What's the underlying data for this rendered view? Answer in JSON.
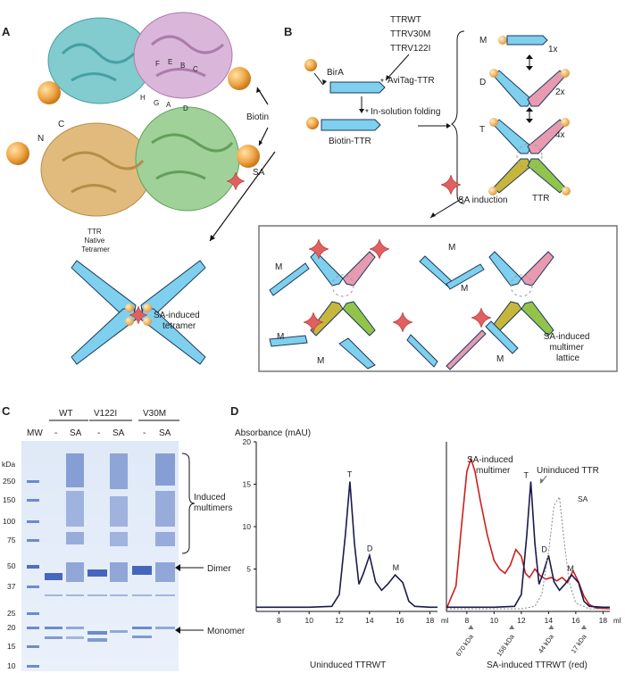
{
  "panels": {
    "a": "A",
    "b": "B",
    "c": "C",
    "d": "D"
  },
  "panel_a": {
    "structure_letters": [
      "F",
      "E",
      "B",
      "C",
      "H",
      "G",
      "A",
      "D"
    ],
    "terminus_n": "N",
    "terminus_c": "C",
    "biotin_label": "Biotin",
    "native_tetramer": "TTR\nNative\nTetramer",
    "sa_label": "SA",
    "sa_tetramer": "SA-induced\ntetramer"
  },
  "panel_b": {
    "variants": [
      "TTRWT",
      "TTRV30M",
      "TTRV122I"
    ],
    "birA": "BirA",
    "avitag": "AviTag-TTR",
    "folding": "In-solution folding",
    "biotin_ttr": "Biotin-TTR",
    "state_m": "M",
    "state_d": "D",
    "state_t": "T",
    "count_1x": "1x",
    "count_2x": "2x",
    "count_4x": "4x",
    "ttr_label": "TTR",
    "sa_induction": "SA induction",
    "m_label": "M",
    "lattice_label": "SA-induced\nmultimer\nlattice"
  },
  "panel_c": {
    "groups": [
      "WT",
      "V122I",
      "V30M"
    ],
    "mw_label": "MW",
    "kda_label": "kDa",
    "lanes": [
      "-",
      "SA",
      "-",
      "SA",
      "-",
      "SA"
    ],
    "ladder": [
      "250",
      "150",
      "100",
      "75",
      "50",
      "37",
      "25",
      "20",
      "15",
      "10"
    ],
    "induced_multimers": "Induced\nmultimers",
    "dimer": "Dimer",
    "monomer": "Monomer"
  },
  "chart_data": [
    {
      "type": "line",
      "ylabel": "Absorbance (mAU)",
      "xlabel": "Uninduced TTRWT",
      "x_unit": "ml",
      "xlim": [
        6.5,
        18.5
      ],
      "ylim": [
        0,
        20
      ],
      "xticks": [
        8,
        10,
        12,
        14,
        16,
        18
      ],
      "yticks": [
        5,
        10,
        15,
        20
      ],
      "peaks": [
        {
          "label": "T",
          "x": 12.7,
          "y": 15.3
        },
        {
          "label": "D",
          "x": 14.0,
          "y": 6.6
        },
        {
          "label": "M",
          "x": 15.7,
          "y": 4.3
        }
      ],
      "series": [
        {
          "color": "#1a1a4e",
          "x": [
            6.5,
            8,
            10,
            11.5,
            12,
            12.4,
            12.7,
            13.0,
            13.3,
            13.6,
            14.0,
            14.4,
            14.8,
            15.2,
            15.7,
            16.2,
            16.6,
            17,
            18,
            18.5
          ],
          "y": [
            0.5,
            0.5,
            0.5,
            0.6,
            2,
            9,
            15.3,
            8,
            3.2,
            4.5,
            6.6,
            3.5,
            2.5,
            3.2,
            4.3,
            3.4,
            1.2,
            0.6,
            0.5,
            0.5
          ]
        }
      ]
    },
    {
      "type": "line",
      "xlabel": "SA-induced TTRWT (red)",
      "x_unit": "ml",
      "xlim": [
        6.5,
        18.5
      ],
      "ylim": [
        0,
        20
      ],
      "xticks": [
        8,
        10,
        12,
        14,
        16,
        18
      ],
      "annotations": {
        "sa_multimer": "SA-induced\nmultimer",
        "uninduced": "Uninduced TTR",
        "sa": "SA",
        "t": "T",
        "d": "D",
        "m": "M"
      },
      "standards": [
        {
          "label": "670 kDa",
          "x": 8.3
        },
        {
          "label": "158 kDa",
          "x": 11.3
        },
        {
          "label": "44 kDa",
          "x": 14.2
        },
        {
          "label": "17 kDa",
          "x": 16.6
        }
      ],
      "series": [
        {
          "name": "SA-induced",
          "color": "#cc1f1f",
          "x": [
            6.5,
            7.2,
            7.6,
            8,
            8.3,
            8.6,
            9,
            9.5,
            10,
            10.4,
            10.8,
            11.2,
            11.6,
            12,
            12.3,
            12.6,
            13,
            13.4,
            13.8,
            14.2,
            14.6,
            15,
            15.4,
            15.8,
            16.2,
            16.6,
            17,
            17.5,
            18.5
          ],
          "y": [
            0.3,
            3,
            10,
            16.5,
            18,
            16.5,
            13,
            9,
            6,
            5,
            4.5,
            5.5,
            7.3,
            6.5,
            4.5,
            4,
            5,
            4.2,
            3.8,
            4,
            3.6,
            4,
            3.4,
            4.8,
            3.5,
            1.8,
            0.8,
            0.4,
            0.3
          ]
        },
        {
          "name": "Uninduced",
          "color": "#1a1a4e",
          "x": [
            6.5,
            8,
            10,
            11.5,
            12,
            12.4,
            12.7,
            13.0,
            13.3,
            13.6,
            14.0,
            14.4,
            14.8,
            15.2,
            15.7,
            16.2,
            16.6,
            17,
            18,
            18.5
          ],
          "y": [
            0.5,
            0.5,
            0.5,
            0.6,
            2,
            9,
            15.3,
            8,
            3.2,
            4.5,
            6.6,
            3.5,
            2.5,
            3.2,
            4.3,
            3.4,
            1.2,
            0.6,
            0.5,
            0.5
          ]
        },
        {
          "name": "SA",
          "color": "#888888",
          "dashed": true,
          "x": [
            6.5,
            12,
            13,
            13.5,
            14,
            14.4,
            14.8,
            15.1,
            15.5,
            16,
            17,
            18.5
          ],
          "y": [
            0.3,
            0.3,
            0.6,
            2,
            7,
            12.5,
            13.5,
            9,
            3.5,
            1,
            0.3,
            0.3
          ]
        }
      ]
    }
  ]
}
